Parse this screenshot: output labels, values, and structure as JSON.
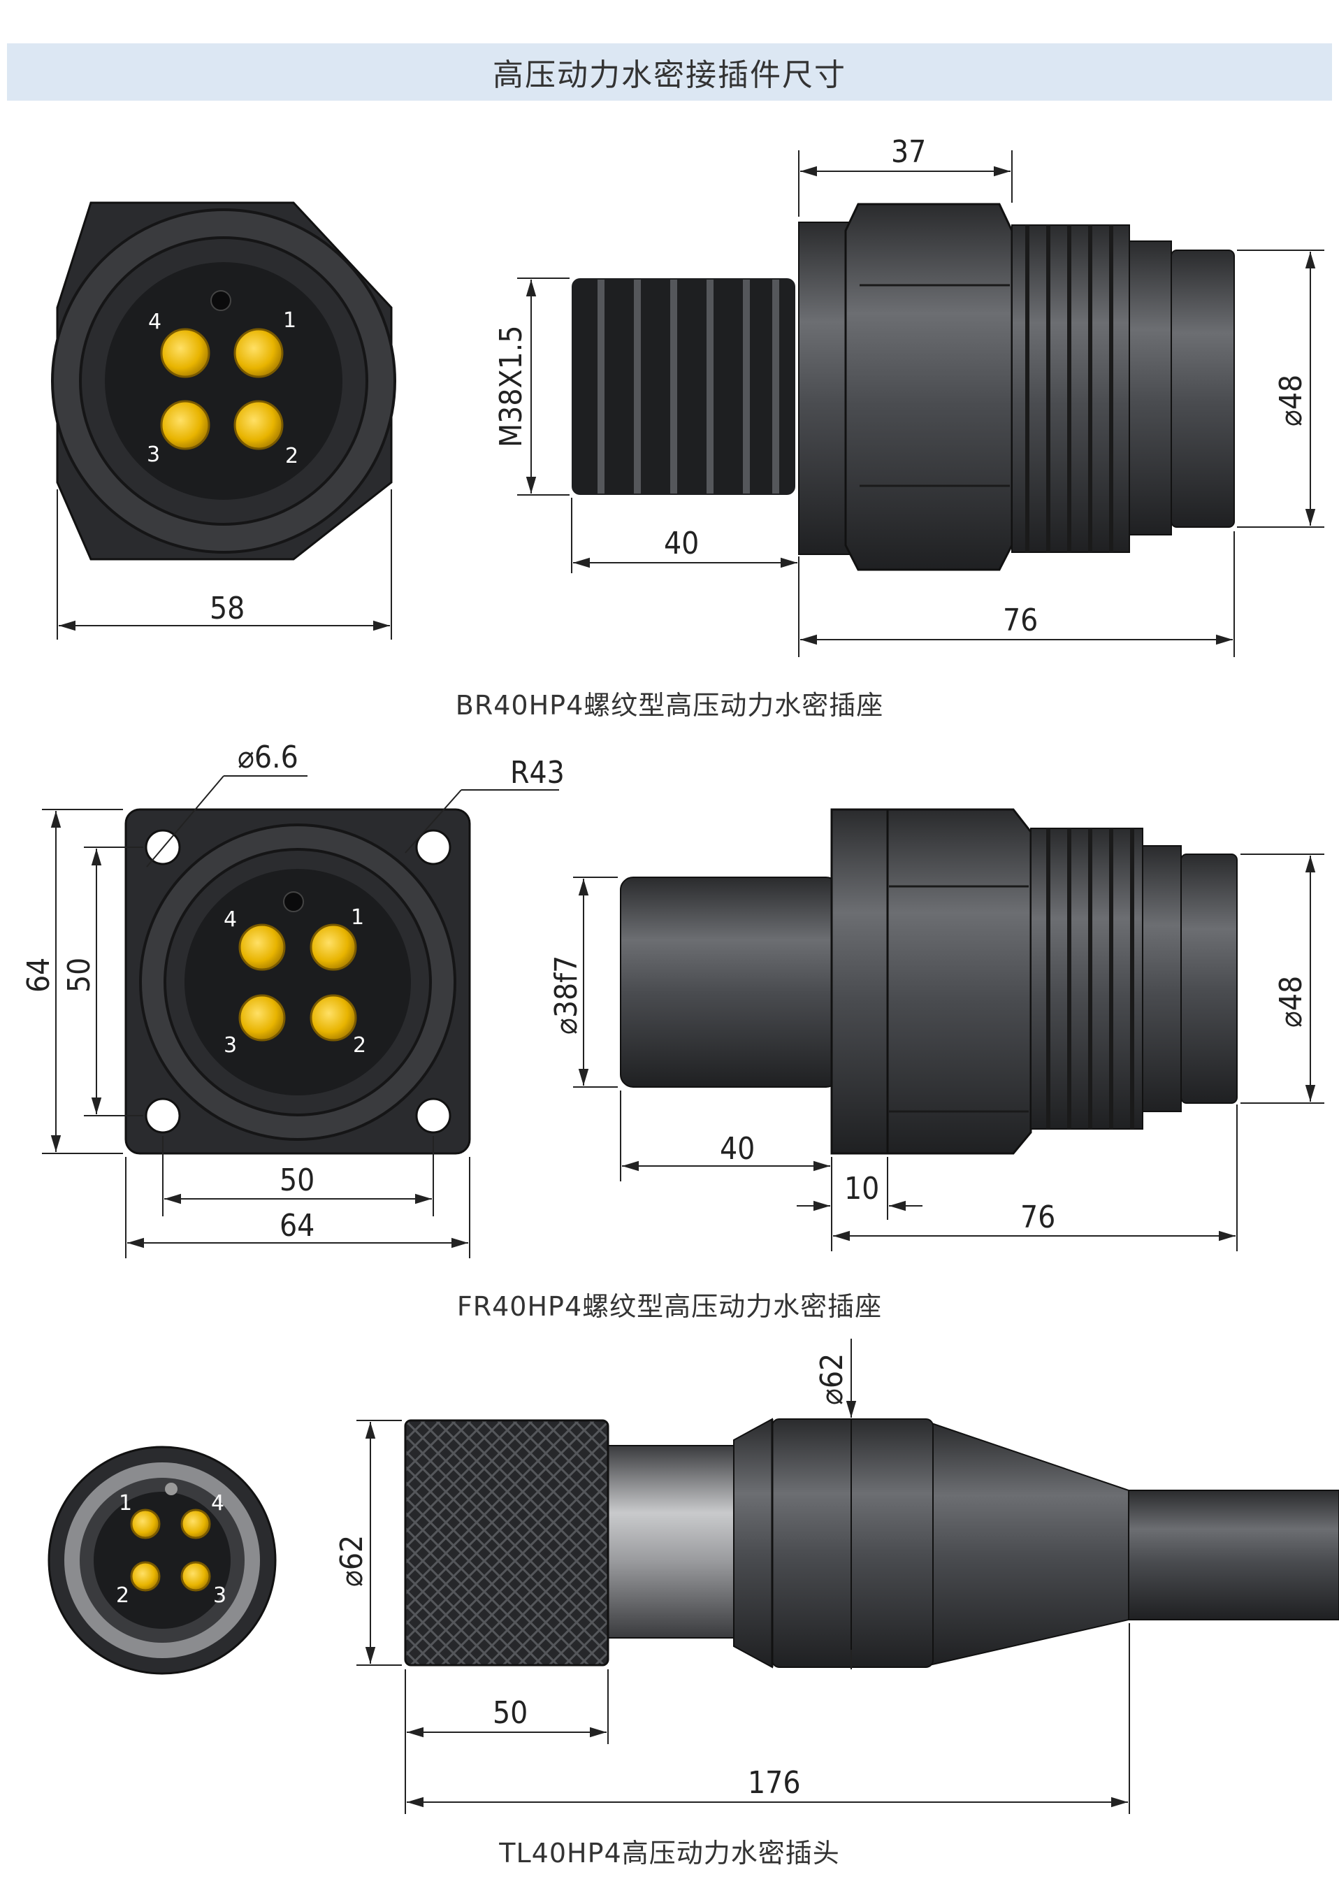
{
  "header": {
    "title": "高压动力水密接插件尺寸"
  },
  "sections": [
    {
      "caption": "BR40HP4螺纹型高压动力水密插座",
      "pins": [
        "1",
        "2",
        "3",
        "4"
      ],
      "dims": {
        "face_width": "58",
        "top": "37",
        "thread": "M38X1.5",
        "left_len": "40",
        "total": "76",
        "diameter": "⌀48"
      }
    },
    {
      "caption": "FR40HP4螺纹型高压动力水密插座",
      "pins": [
        "1",
        "2",
        "3",
        "4"
      ],
      "dims": {
        "hole": "⌀6.6",
        "radius": "R43",
        "outer_h": "64",
        "inner_h": "50",
        "inner_w": "50",
        "outer_w": "64",
        "shaft": "⌀38f7",
        "left_len": "40",
        "flange": "10",
        "total": "76",
        "diameter": "⌀48"
      }
    },
    {
      "caption": "TL40HP4高压动力水密插头",
      "pins": [
        "1",
        "2",
        "3",
        "4"
      ],
      "dims": {
        "top_dia": "⌀62",
        "left_dia": "⌀62",
        "knurl": "50",
        "total": "176"
      }
    }
  ],
  "colors": {
    "header_bg": "#dce7f3",
    "body": "#3d3f42",
    "dark": "#1e1f21",
    "pin": "#f2c200",
    "dim": "#222222"
  }
}
